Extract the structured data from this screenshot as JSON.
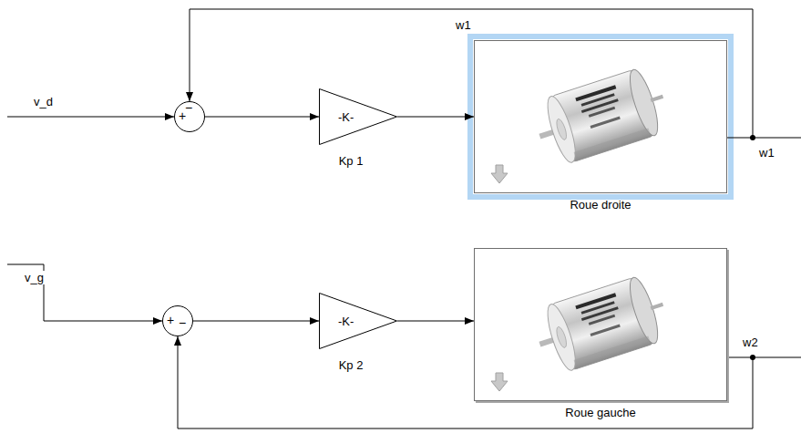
{
  "diagram": {
    "nodes": [
      {
        "text": [
          "+",
          "−"
        ]
      },
      {
        "text": [
          "-K-",
          "Kp 1"
        ]
      },
      {
        "text": [
          "Roue droite"
        ]
      },
      {
        "text": [
          "+",
          "−"
        ]
      },
      {
        "text": [
          "-K-",
          "Kp 2"
        ]
      },
      {
        "text": [
          "Roue gauche"
        ]
      }
    ],
    "edges": [
      {
        "from": 0,
        "to": 1,
        "arrow": "to"
      },
      {
        "from": 1,
        "to": 2,
        "arrow": "to"
      },
      {
        "from": 2,
        "to": 0,
        "arrow": "to"
      },
      {
        "from": 3,
        "to": 4,
        "arrow": "to"
      },
      {
        "from": 4,
        "to": 5,
        "arrow": "to"
      },
      {
        "from": 5,
        "to": 3,
        "arrow": "to"
      }
    ],
    "labels": [
      "v_d",
      "w1",
      "w1",
      "v_g",
      "w2"
    ]
  }
}
